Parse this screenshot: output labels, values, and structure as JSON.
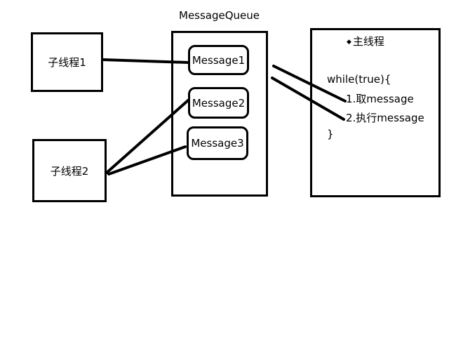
{
  "diagram": {
    "queue_title": "MessageQueue",
    "threads": [
      {
        "label": "子线程1"
      },
      {
        "label": "子线程2"
      }
    ],
    "messages": [
      {
        "label": "Message1"
      },
      {
        "label": "Message2"
      },
      {
        "label": "Message3"
      }
    ],
    "main_thread": {
      "title": "主线程",
      "bullet": "◆",
      "code": {
        "loop_open": "while(true){",
        "step1": "1.取message",
        "step2": "2.执行message",
        "loop_close": "}"
      }
    }
  }
}
